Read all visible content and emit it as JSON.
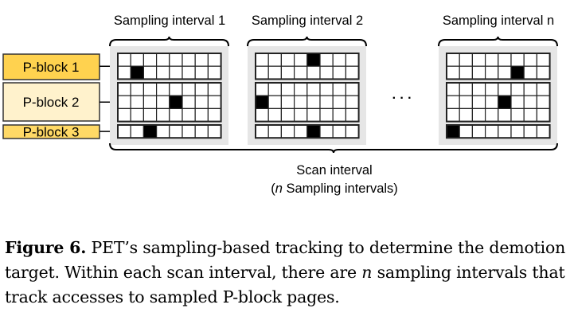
{
  "diagram": {
    "pblocks": [
      {
        "label": "P-block 1",
        "color": "#FFD24F",
        "rows": 2
      },
      {
        "label": "P-block 2",
        "color": "#FFF2CC",
        "rows": 3
      },
      {
        "label": "P-block 3",
        "color": "#FFD966",
        "rows": 1
      }
    ],
    "columns": 8,
    "intervals": [
      {
        "label": "Sampling interval 1",
        "accessed": [
          [
            1,
            1
          ],
          [
            1,
            4
          ],
          [
            0,
            2
          ]
        ]
      },
      {
        "label": "Sampling interval 2",
        "accessed": [
          [
            0,
            4
          ],
          [
            1,
            0
          ],
          [
            0,
            4
          ]
        ]
      },
      {
        "label": "Sampling interval n",
        "accessed": [
          [
            1,
            5
          ],
          [
            1,
            4
          ],
          [
            0,
            0
          ]
        ]
      }
    ],
    "ellipsis": "· · ·",
    "scan_label": "Scan interval",
    "scan_sub_n": "n",
    "scan_sub_rest": " Sampling intervals)",
    "scan_sub_open": "("
  },
  "caption": {
    "figure": "Figure 6.",
    "text": " PET’s sampling-based tracking to determine the demotion target. Within each scan interval, there are ",
    "n": "n",
    "text2": " sampling intervals that track accesses to sampled P-block pages."
  }
}
